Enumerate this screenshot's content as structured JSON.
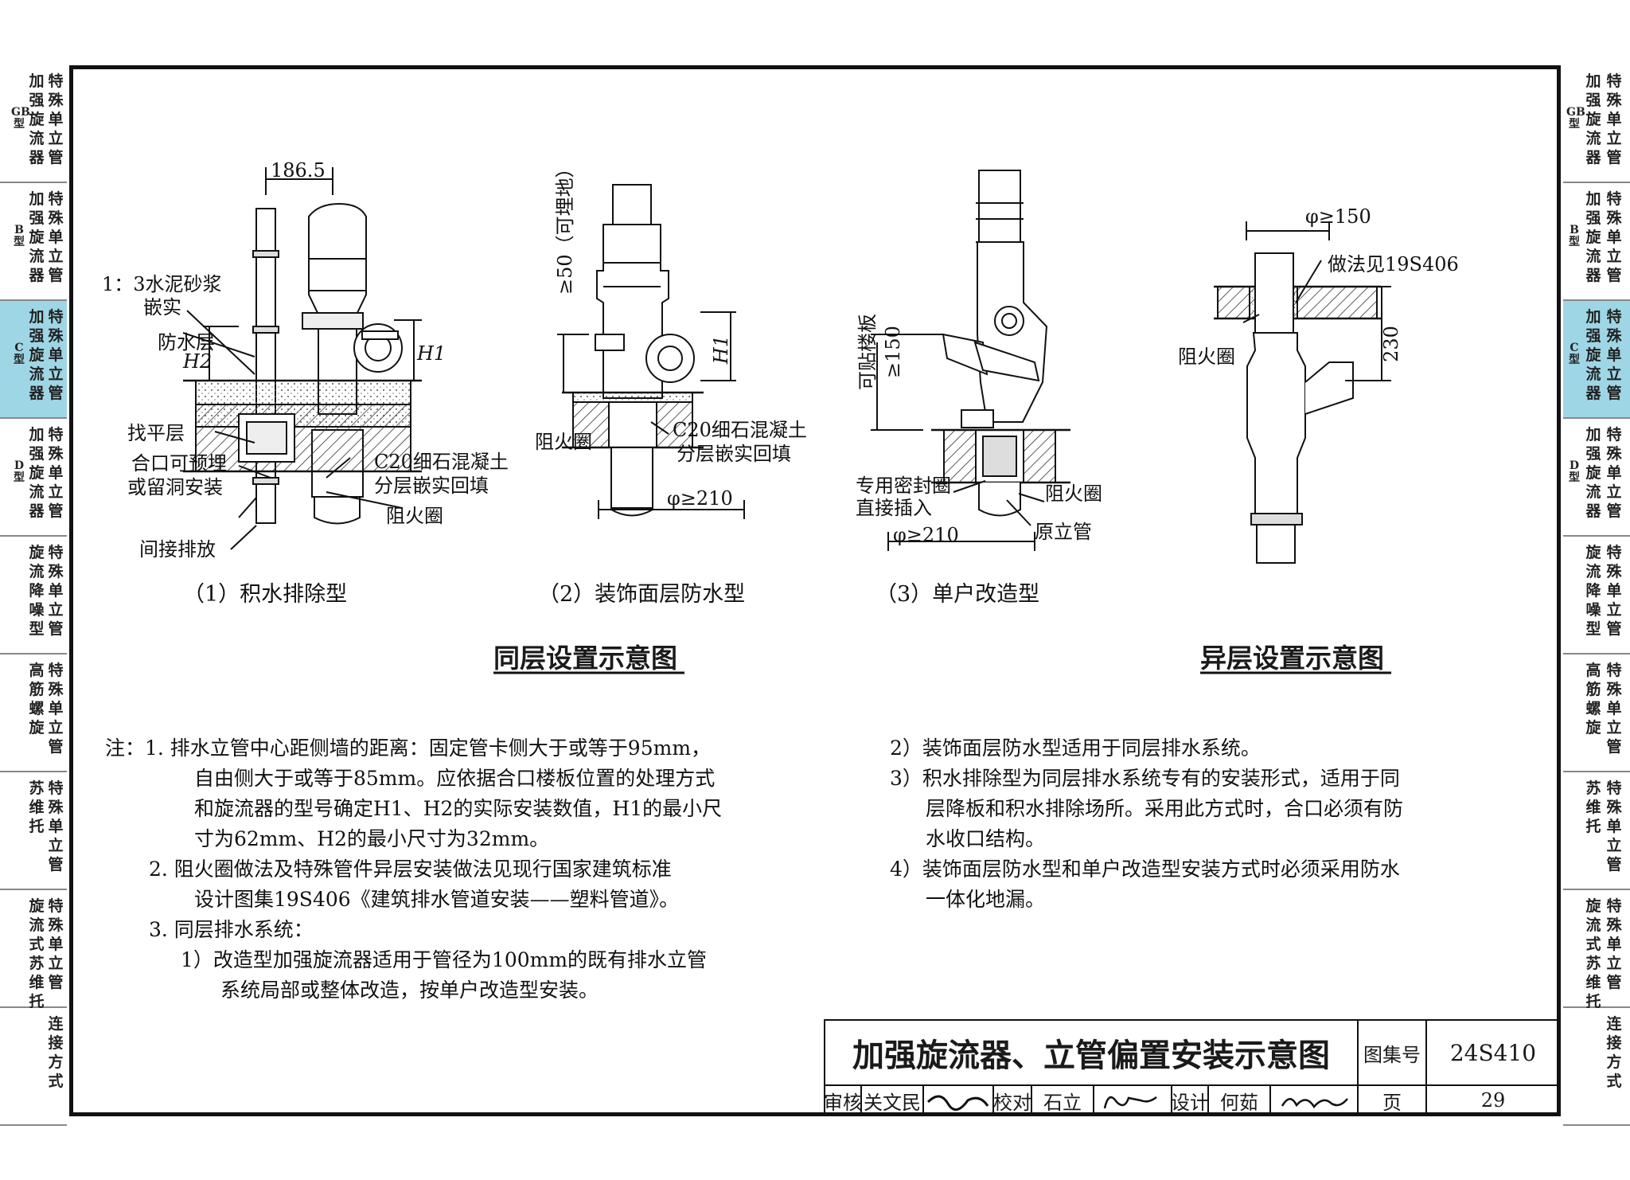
{
  "sidebar": {
    "tabs": [
      {
        "col1": "加强旋流器",
        "col2": "特殊单立管",
        "vtype": "GB型",
        "active": false
      },
      {
        "col1": "加强旋流器",
        "col2": "特殊单立管",
        "vtype": "B型",
        "active": false
      },
      {
        "col1": "加强旋流器",
        "col2": "特殊单立管",
        "vtype": "C型",
        "active": true
      },
      {
        "col1": "加强旋流器",
        "col2": "特殊单立管",
        "vtype": "D型",
        "active": false
      },
      {
        "col1": "旋流降噪型",
        "col2": "特殊单立管",
        "vtype": "",
        "active": false
      },
      {
        "col1": "高筋螺旋",
        "col2": "特殊单立管",
        "vtype": "",
        "active": false
      },
      {
        "col1": "苏维托",
        "col2": "特殊单立管",
        "vtype": "",
        "active": false
      },
      {
        "col1": "旋流式苏维托",
        "col2": "特殊单立管",
        "vtype": "",
        "active": false
      },
      {
        "col1": "",
        "col2": "连接方式",
        "vtype": "",
        "active": false
      }
    ]
  },
  "figure1": {
    "dim_top": "186.5",
    "label_mortar_1": "1：3水泥砂浆",
    "label_mortar_2": "嵌实",
    "label_waterproof": "防水层",
    "label_h2": "H2",
    "label_h1": "H1",
    "label_leveling": "找平层",
    "label_preembed_1": "合口可预埋",
    "label_preembed_2": "或留洞安装",
    "label_concrete_1": "C20细石混凝土",
    "label_concrete_2": "分层嵌实回填",
    "label_firering": "阻火圈",
    "label_indirect": "间接排放",
    "caption": "（1）积水排除型"
  },
  "figure2": {
    "label_buried": "≥50（可埋地）",
    "label_h1": "H1",
    "label_firering": "阻火圈",
    "label_concrete_1": "C20细石混凝土",
    "label_concrete_2": "分层嵌实回填",
    "label_dia": "φ≥210",
    "caption": "（2）装饰面层防水型"
  },
  "figure3": {
    "label_slab": "可贴楼板",
    "label_150": "≥150",
    "label_seal_1": "专用密封圈",
    "label_seal_2": "直接插入",
    "label_firering": "阻火圈",
    "label_orig": "原立管",
    "label_dia": "φ≥210",
    "caption": "（3）单户改造型"
  },
  "figure4": {
    "label_dia": "φ≥150",
    "label_ref": "做法见19S406",
    "label_firering": "阻火圈",
    "label_230": "230"
  },
  "section_titles": {
    "same_floor": "同层设置示意图",
    "diff_floor": "异层设置示意图"
  },
  "notes": {
    "left": [
      "注：1. 排水立管中心距侧墙的距离：固定管卡侧大于或等于95mm，",
      "自由侧大于或等于85mm。应依据合口楼板位置的处理方式",
      "和旋流器的型号确定H1、H2的实际安装数值，H1的最小尺",
      "寸为62mm、H2的最小尺寸为32mm。",
      "2. 阻火圈做法及特殊管件异层安装做法见现行国家建筑标准",
      "设计图集19S406《建筑排水管道安装——塑料管道》。",
      "3. 同层排水系统：",
      "1）改造型加强旋流器适用于管径为100mm的既有排水立管",
      "系统局部或整体改造，按单户改造型安装。"
    ],
    "right": [
      "2）装饰面层防水型适用于同层排水系统。",
      "3）积水排除型为同层排水系统专有的安装形式，适用于同",
      "层降板和积水排除场所。采用此方式时，合口必须有防",
      "水收口结构。",
      "4）装饰面层防水型和单户改造型安装方式时必须采用防水",
      "一体化地漏。"
    ]
  },
  "title_block": {
    "title": "加强旋流器、立管偏置安装示意图",
    "atlas_label": "图集号",
    "atlas_no": "24S410",
    "review_label": "审核",
    "reviewer": "关文民",
    "check_label": "校对",
    "checker": "石立",
    "design_label": "设计",
    "designer": "何茹",
    "page_label": "页",
    "page_no": "29"
  }
}
